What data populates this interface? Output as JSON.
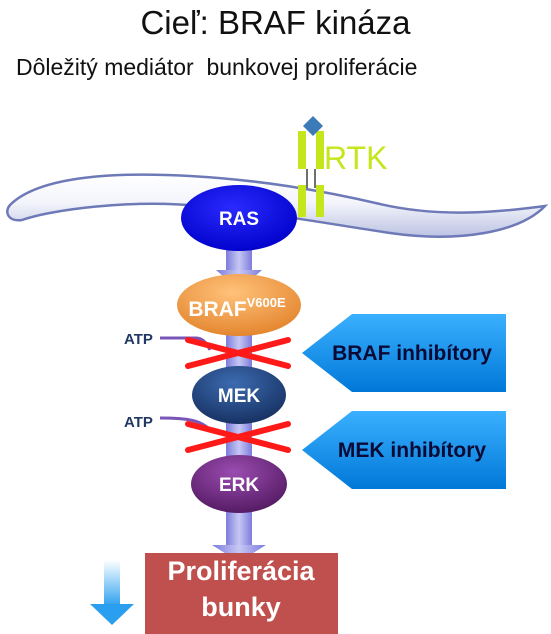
{
  "title": "Cieľ: BRAF kináza",
  "subtitle": "Dôležitý mediátor  bunkovej proliferácie",
  "receptor": {
    "label": "RTK",
    "color": "#c5e61b"
  },
  "nodes": {
    "ras": {
      "label": "RAS",
      "color": "#0000e0"
    },
    "braf": {
      "label": "BRAF",
      "superscript": "V600E",
      "color": "#f39b3c"
    },
    "mek": {
      "label": "MEK",
      "color": "#1f3f7a"
    },
    "erk": {
      "label": "ERK",
      "color": "#6a2a7a"
    }
  },
  "atp_labels": [
    "ATP",
    "ATP"
  ],
  "inhibitors": [
    {
      "label": "BRAF inhibítory",
      "color": "#0b96f0"
    },
    {
      "label": "MEK inhibítory",
      "color": "#0b96f0"
    }
  ],
  "outcome": {
    "line1": "Proliferácia",
    "line2": "bunky",
    "color": "#c0504d"
  },
  "colors": {
    "inhibition_cross": "#ff1a1a",
    "pathway_arrow": "#9f9fe6",
    "membrane": "#6e7ab8"
  }
}
